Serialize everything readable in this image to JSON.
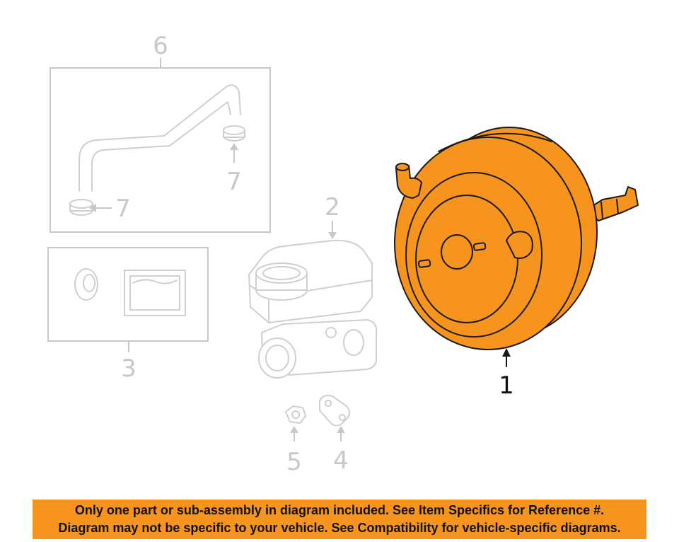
{
  "callouts": {
    "item_1": "1",
    "item_2": "2",
    "item_3": "3",
    "item_4": "4",
    "item_5": "5",
    "item_6": "6",
    "item_7a": "7",
    "item_7b": "7"
  },
  "banner": {
    "line1": "Only one part or sub-assembly in diagram included. See Item Specifics for Reference #.",
    "line2": "Diagram may not be specific to your vehicle. See Compatibility for vehicle-specific diagrams."
  },
  "colors": {
    "highlight_part": "#f7941d",
    "banner_bg": "#f7941d",
    "ghost_lines": "#cfcfcf",
    "callout_gray": "#c8c8c8",
    "callout_main": "#111111"
  }
}
